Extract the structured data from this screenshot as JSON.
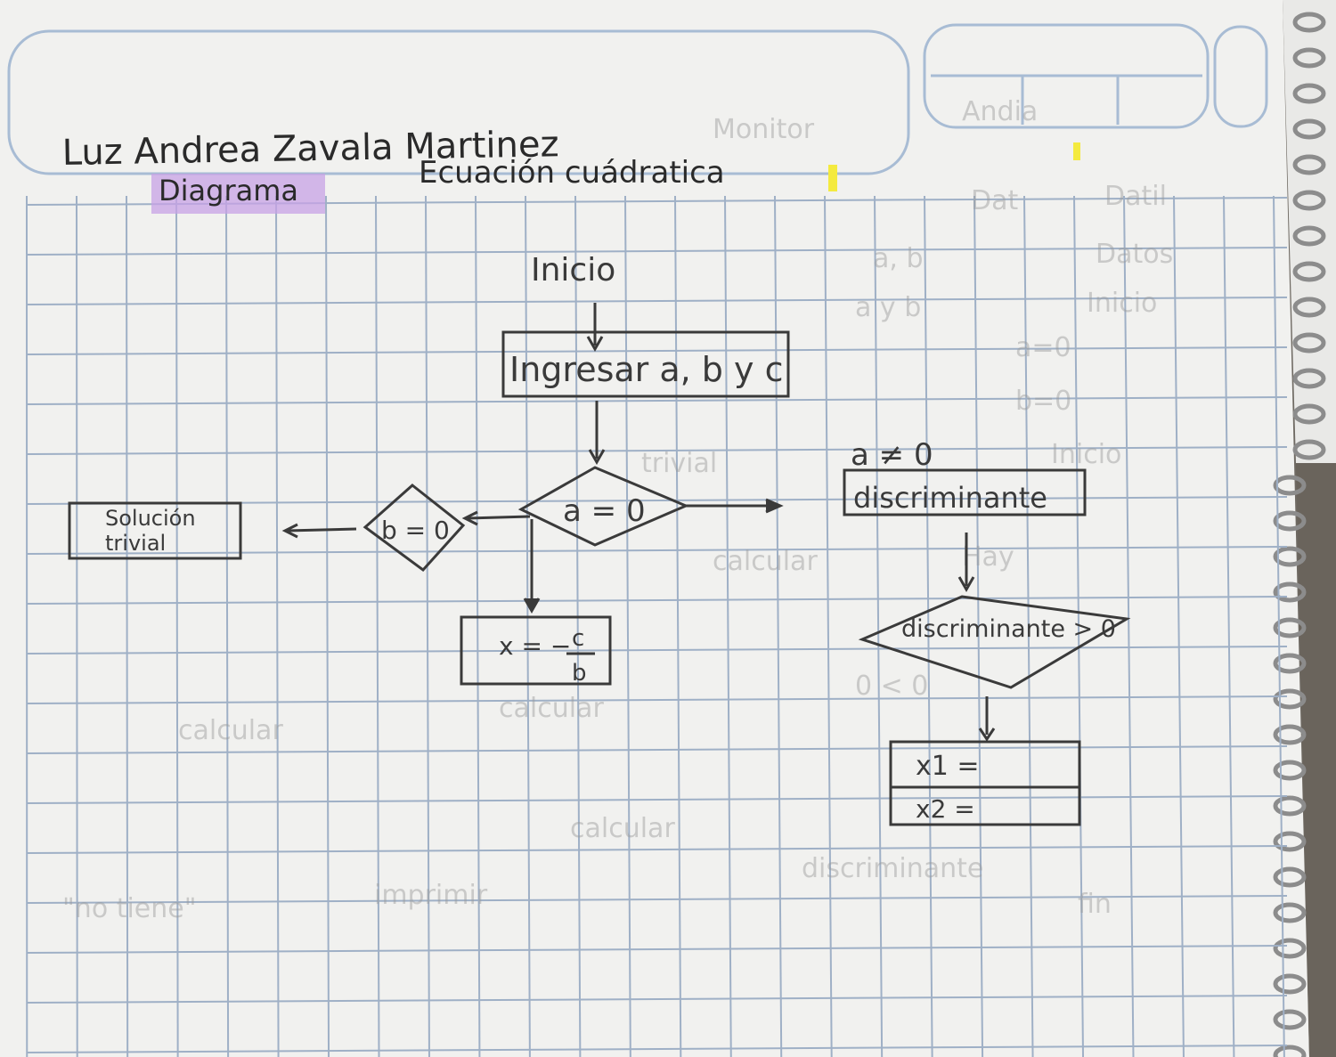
{
  "header": {
    "name": "Luz Andrea Zavala Martinez",
    "label": "Diagrama",
    "title": "Ecuación cuádratica"
  },
  "flowchart": {
    "start": "Inicio",
    "input": "Ingresar a, b y c",
    "decision_a": "a = 0",
    "decision_b": "b = 0",
    "trivial": [
      "Solución",
      "trivial"
    ],
    "linear": {
      "lhs": "x = −",
      "num": "c",
      "den": "b"
    },
    "branch_label": "a ≠ 0",
    "discriminant": "discriminante",
    "decision_disc": "discriminante > 0",
    "x1": "x1 =",
    "x2": "x2 ="
  },
  "colors": {
    "paper": "#f3f3f1",
    "grid": "#9aa9bf",
    "ink": "#3a3a3a",
    "highlight_purple": "#c7a2e6",
    "highlight_yellow": "#f4ea3f"
  }
}
